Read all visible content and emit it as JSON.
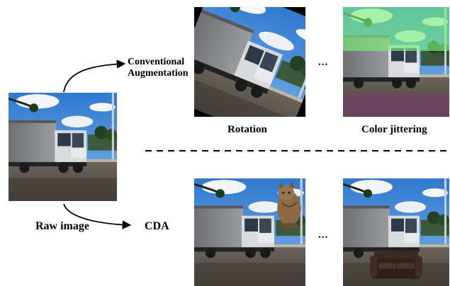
{
  "raw": {
    "label": "Raw image"
  },
  "conventional": {
    "label": "Conventional Augmentation",
    "examples": [
      {
        "label": "Rotation"
      },
      {
        "label": "Color jittering"
      }
    ],
    "ellipsis": "..."
  },
  "cda": {
    "label": "CDA",
    "ellipsis": "..."
  },
  "colors": {
    "sky": "#4a90d8",
    "cloud": "#f4f6f8",
    "truck_body": "#7a7c80",
    "road": "#55504a",
    "tree": "#1e3a1e",
    "green_tint": "#7ef07e",
    "cat": "#8b6a45",
    "sofa": "#3a2a24"
  }
}
